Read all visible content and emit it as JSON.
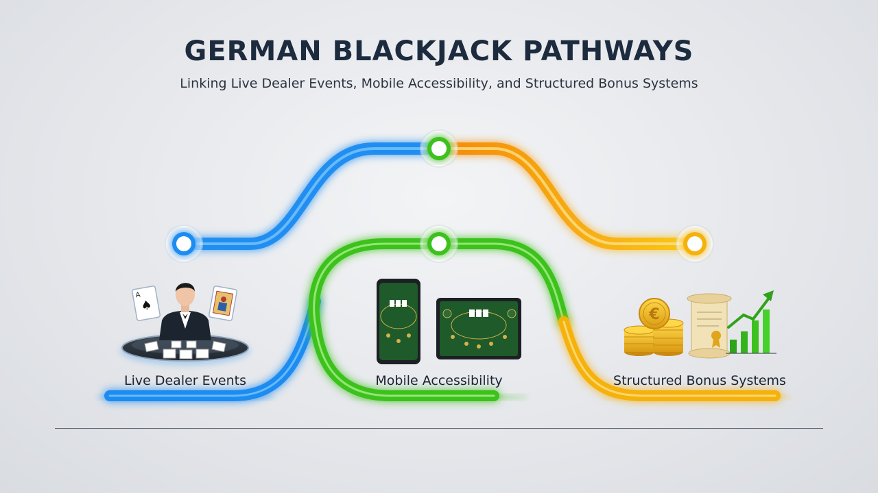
{
  "title": "GERMAN BLACKJACK PATHWAYS",
  "subtitle": "Linking Live Dealer Events, Mobile Accessibility, and Structured Bonus Systems",
  "nodes": [
    {
      "id": "live",
      "label": "Live Dealer Events",
      "color": "#1a8cf0",
      "icon": "live-dealer-illustration"
    },
    {
      "id": "mobile",
      "label": "Mobile Accessibility",
      "color": "#3cc11e",
      "icon": "mobile-devices-illustration"
    },
    {
      "id": "bonus",
      "label": "Structured Bonus Systems",
      "color": "#f5b20a",
      "icon": "bonus-coins-illustration"
    }
  ],
  "colors": {
    "blue": "#1a8cf0",
    "green": "#3cc11e",
    "orange": "#f5a40a",
    "title": "#1d2b3f"
  }
}
